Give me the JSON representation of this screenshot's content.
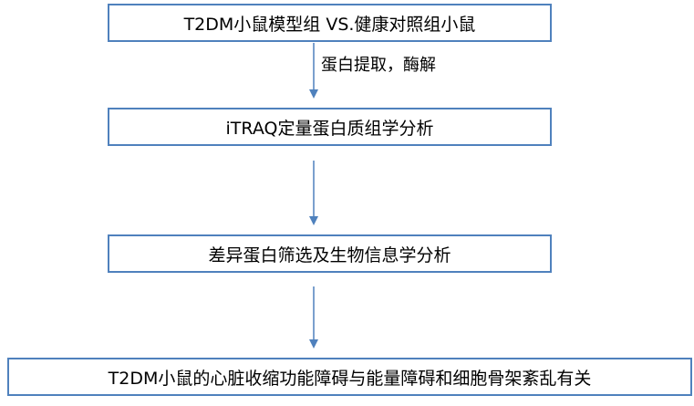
{
  "nodes": [
    {
      "id": "box1",
      "label": "T2DM小鼠模型组 VS.健康对照组小鼠"
    },
    {
      "id": "box2",
      "label": "iTRAQ定量蛋白质组学分析"
    },
    {
      "id": "box3",
      "label": "差异蛋白筛选及生物信息学分析"
    },
    {
      "id": "box4",
      "label": "T2DM小鼠的心脏收缩功能障碍与能量障碍和细胞骨架紊乱有关"
    }
  ],
  "edges": [
    {
      "from": "box1",
      "to": "box2",
      "label": "蛋白提取，酶解"
    },
    {
      "from": "box2",
      "to": "box3",
      "label": ""
    },
    {
      "from": "box3",
      "to": "box4",
      "label": ""
    }
  ],
  "colors": {
    "box_border": "#4f81bd",
    "arrow": "#4f81bd",
    "text": "#000000"
  }
}
